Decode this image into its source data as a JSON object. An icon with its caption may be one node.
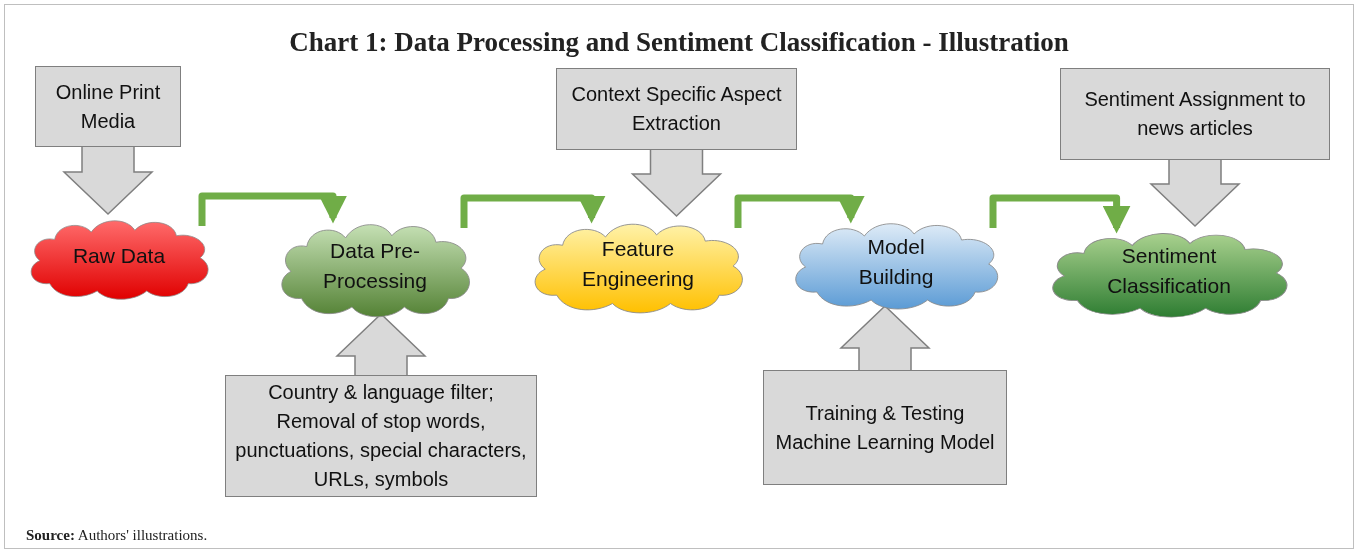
{
  "diagram": {
    "title": "Chart 1: Data Processing and Sentiment Classification - Illustration",
    "caption": "**Source:** Authors' illustrations.",
    "nodes": [
      {
        "text": [
          "Online Print Media"
        ]
      },
      {
        "text": [
          "Raw Data"
        ]
      },
      {
        "text": [
          "Data Pre-Processing"
        ]
      },
      {
        "text": [
          "Country & language filter; Removal of stop words, punctuations, special characters, URLs, symbols"
        ]
      },
      {
        "text": [
          "Context Specific Aspect Extraction"
        ]
      },
      {
        "text": [
          "Feature Engineering"
        ]
      },
      {
        "text": [
          "Model Building"
        ]
      },
      {
        "text": [
          "Training & Testing Machine Learning Model"
        ]
      },
      {
        "text": [
          "Sentiment Assignment to news articles"
        ]
      },
      {
        "text": [
          "Sentiment Classification"
        ]
      }
    ],
    "edges": [
      {
        "from": 0,
        "to": 1,
        "arrow": "to",
        "style": "thick"
      },
      {
        "from": 3,
        "to": 2,
        "arrow": "to",
        "style": "thick"
      },
      {
        "from": 4,
        "to": 5,
        "arrow": "to",
        "style": "thick"
      },
      {
        "from": 7,
        "to": 6,
        "arrow": "to",
        "style": "thick"
      },
      {
        "from": 8,
        "to": 9,
        "arrow": "to",
        "style": "thick"
      },
      {
        "from": 1,
        "to": 2,
        "arrow": "to",
        "color": "#70ad47"
      },
      {
        "from": 2,
        "to": 5,
        "arrow": "to",
        "color": "#70ad47"
      },
      {
        "from": 5,
        "to": 6,
        "arrow": "to",
        "color": "#70ad47"
      },
      {
        "from": 6,
        "to": 9,
        "arrow": "to",
        "color": "#70ad47"
      }
    ]
  }
}
